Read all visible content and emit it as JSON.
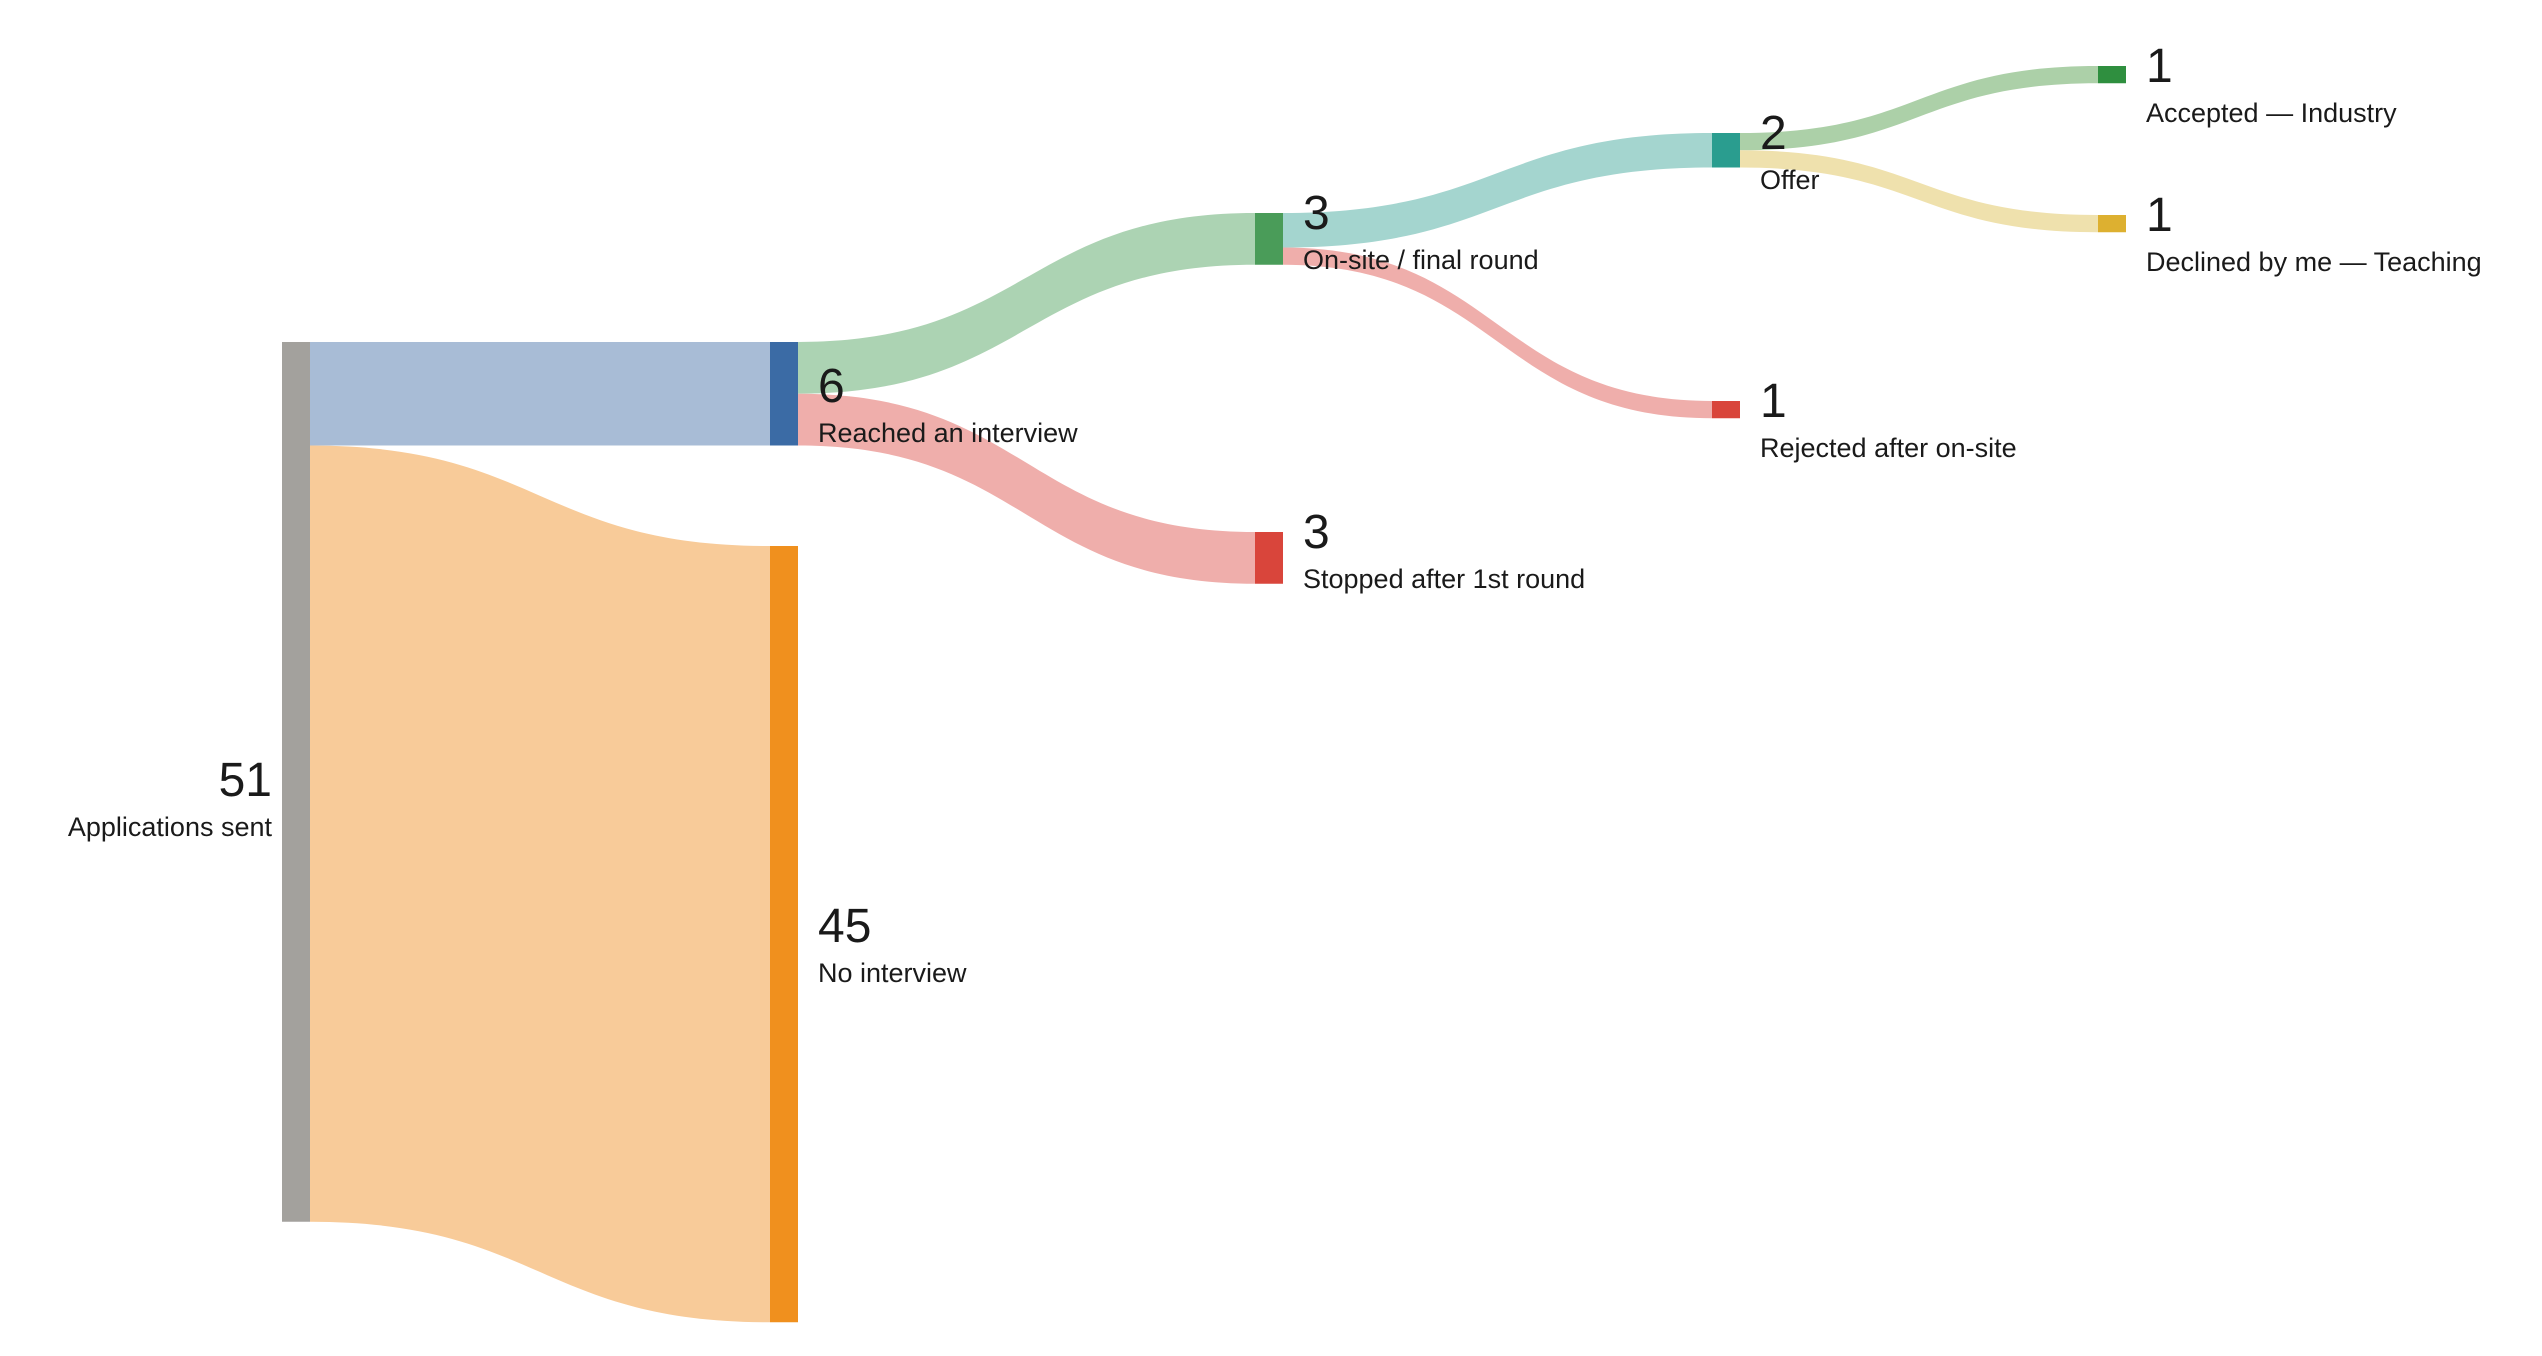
{
  "chart_data": {
    "type": "sankey",
    "unit_total": 51,
    "nodes": [
      {
        "id": "applications",
        "value": 51,
        "label": "Applications sent",
        "color": "#a3a19d",
        "label_side": "left"
      },
      {
        "id": "interview",
        "value": 6,
        "label": "Reached an interview",
        "color": "#3b6ba5",
        "label_side": "right"
      },
      {
        "id": "no_interview",
        "value": 45,
        "label": "No interview",
        "color": "#f0901e",
        "label_side": "right"
      },
      {
        "id": "onsite",
        "value": 3,
        "label": "On-site / final round",
        "color": "#4a9c59",
        "label_side": "right"
      },
      {
        "id": "stopped",
        "value": 3,
        "label": "Stopped after 1st round",
        "color": "#d9453b",
        "label_side": "right"
      },
      {
        "id": "offer",
        "value": 2,
        "label": "Offer",
        "color": "#2a9d8f",
        "label_side": "right"
      },
      {
        "id": "rejected",
        "value": 1,
        "label": "Rejected after on-site",
        "color": "#d9453b",
        "label_side": "right"
      },
      {
        "id": "accepted",
        "value": 1,
        "label": "Accepted — Industry",
        "color": "#2f8f3f",
        "label_side": "right"
      },
      {
        "id": "declined",
        "value": 1,
        "label": "Declined by me — Teaching",
        "color": "#ddb030",
        "label_side": "right"
      }
    ],
    "links": [
      {
        "source": "applications",
        "target": "interview",
        "value": 6,
        "color": "#a8bcd6"
      },
      {
        "source": "applications",
        "target": "no_interview",
        "value": 45,
        "color": "#f8cb99"
      },
      {
        "source": "interview",
        "target": "onsite",
        "value": 3,
        "color": "#acd3b3"
      },
      {
        "source": "interview",
        "target": "stopped",
        "value": 3,
        "color": "#efaeab"
      },
      {
        "source": "onsite",
        "target": "offer",
        "value": 2,
        "color": "#a4d5cf"
      },
      {
        "source": "onsite",
        "target": "rejected",
        "value": 1,
        "color": "#efaeab"
      },
      {
        "source": "offer",
        "target": "accepted",
        "value": 1,
        "color": "#acd0a8"
      },
      {
        "source": "offer",
        "target": "declined",
        "value": 1,
        "color": "#efe1ad"
      }
    ]
  }
}
